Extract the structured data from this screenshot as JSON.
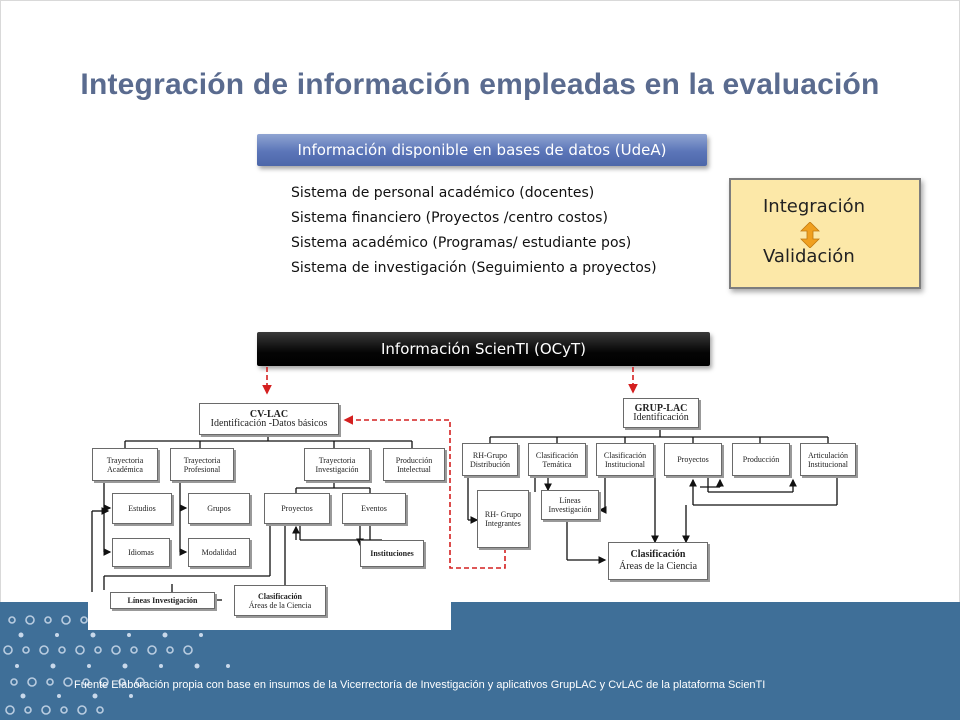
{
  "slide": {
    "title": "Integración de información empleadas en la evaluación",
    "udea_bar": "Información disponible en bases de datos (UdeA)",
    "systems": [
      "Sistema de personal académico (docentes)",
      "Sistema financiero (Proyectos /centro costos)",
      "Sistema académico (Programas/ estudiante pos)",
      "Sistema de investigación (Seguimiento a proyectos)"
    ],
    "integration": {
      "top": "Integración",
      "bottom": "Validación"
    },
    "scienti_bar": "Información ScienTI (OCyT)",
    "footer": "Fuente Elaboración propia con base en insumos de la Vicerrectoría de Investigación y aplicativos GrupLAC y CvLAC de la plataforma  ScienTI"
  },
  "cvlac": {
    "root_title": "CV-LAC",
    "root_sub": "Identificación -Datos básicos",
    "trayectoria_academica": "Trayectoria Académica",
    "trayectoria_profesional": "Trayectoria Profesional",
    "trayectoria_investigacion": "Trayectoria Investigación",
    "produccion_intelectual": "Producción Intelectual",
    "estudios": "Estudios",
    "grupos": "Grupos",
    "proyectos": "Proyectos",
    "eventos": "Eventos",
    "idiomas": "Idiomas",
    "modalidad": "Modalidad",
    "instituciones": "Instituciones",
    "lineas": "Líneas Investigación",
    "clasificacion_title": "Clasificación",
    "clasificacion_sub": "Áreas de la Ciencia"
  },
  "gruplac": {
    "root_title": "GRUP-LAC",
    "root_sub": "Identificación",
    "rh_distribucion": "RH-Grupo Distribución",
    "clasificacion_tematica": "Clasificación Temática",
    "clasificacion_institucional": "Clasificación Institucional",
    "proyectos": "Proyectos",
    "produccion": "Producción",
    "articulacion": "Articulación Institucional",
    "rh_integrantes": "RH- Grupo Integrantes",
    "lineas": "Líneas Investigación",
    "clasificacion_title": "Clasificación",
    "clasificacion_sub": "Áreas de la Ciencia"
  },
  "colors": {
    "title": "#5a6b8f",
    "udea_bar": "#5b75b8",
    "scienti_bar": "#000000",
    "integration_box": "#fce8a8",
    "integration_arrow": "#f0a020",
    "dashed_link": "#d42020",
    "bottom_band": "#3f6f98"
  }
}
